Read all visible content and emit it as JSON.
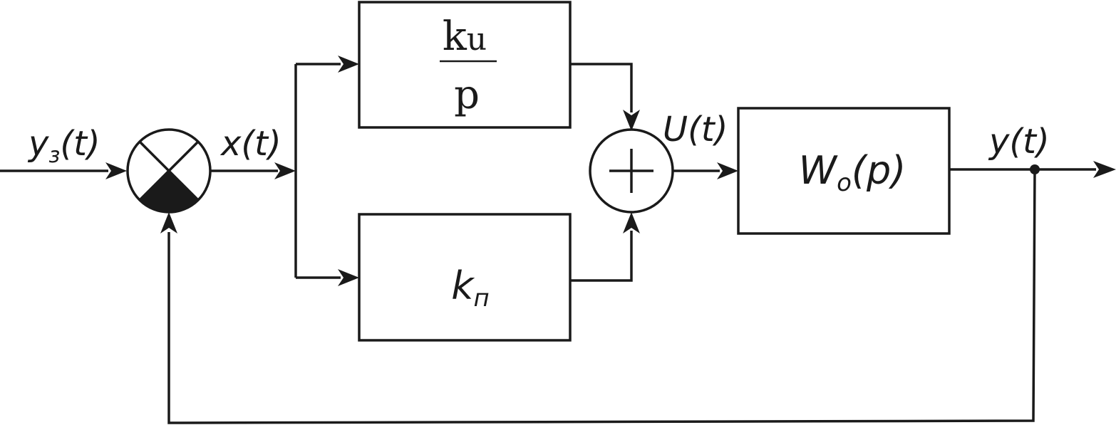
{
  "labels": {
    "input_main": "y",
    "input_sub": "з",
    "input_arg": "(t)",
    "error_main": "x",
    "error_arg": "(t)",
    "control_main": "U",
    "control_arg": "(t)",
    "output_main": "y",
    "output_arg": "(t)"
  },
  "blocks": {
    "integral": {
      "numerator": "k",
      "numerator_sub": "u",
      "denominator": "p"
    },
    "proportional": {
      "main": "k",
      "sub": "п"
    },
    "plant": {
      "main": "W",
      "sub": "o",
      "arg": "(p)"
    }
  }
}
